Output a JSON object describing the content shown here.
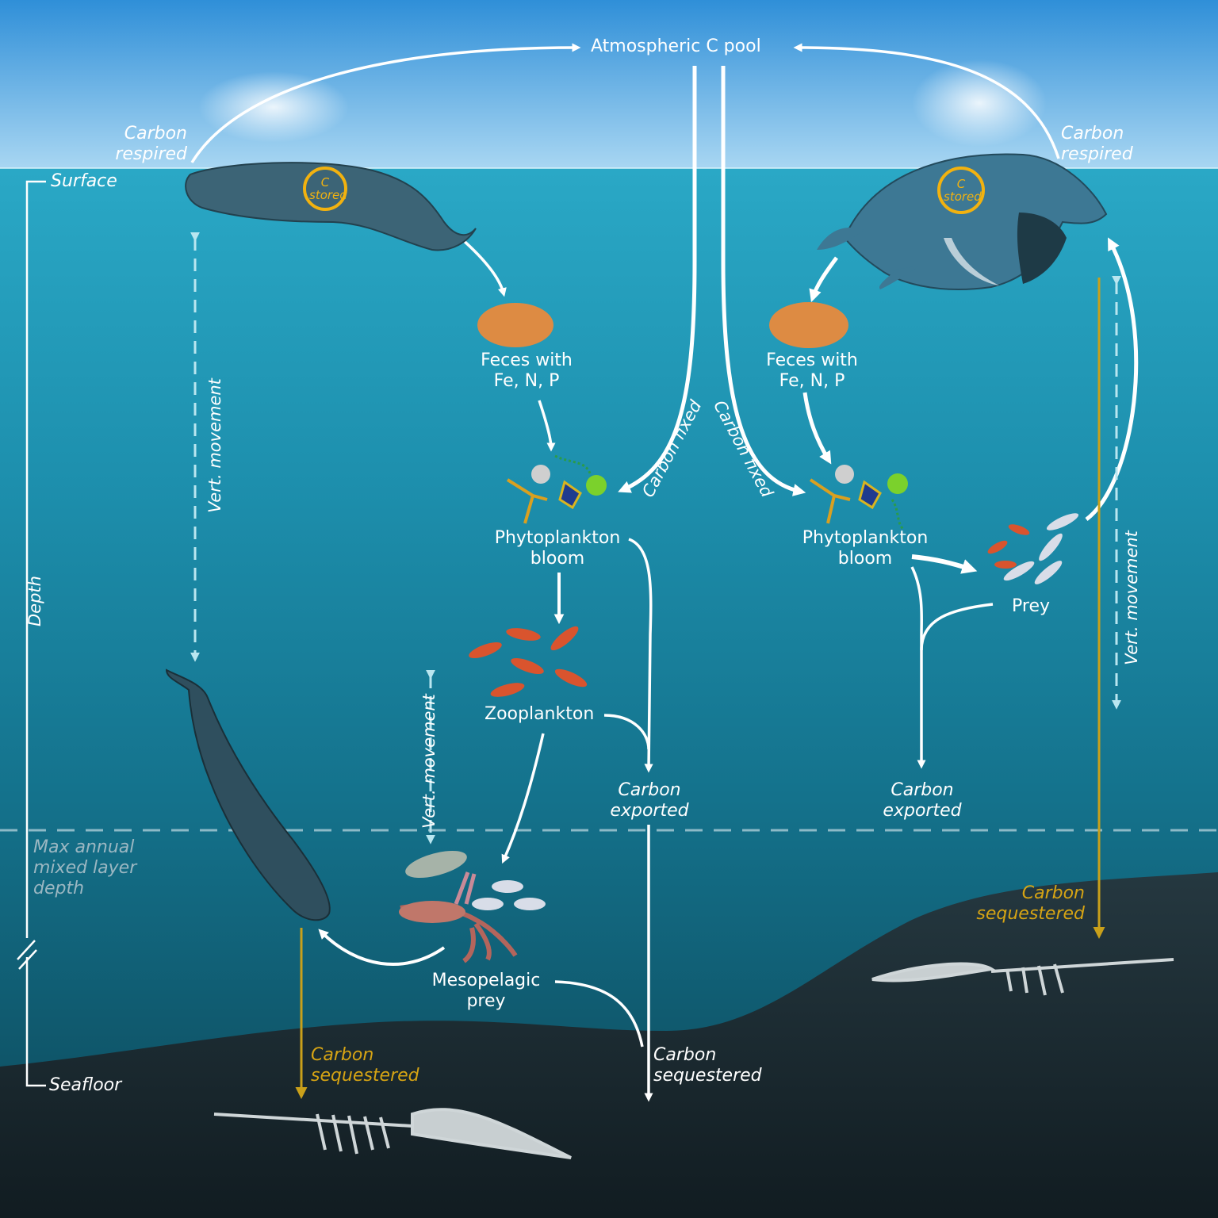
{
  "labels": {
    "atmospheric_pool": "Atmospheric C pool",
    "carbon_respired": "Carbon\nrespired",
    "c_stored": "C\nstored",
    "surface": "Surface",
    "seafloor": "Seafloor",
    "depth": "Depth",
    "max_mixed_layer": "Max annual\nmixed layer\ndepth",
    "feces": "Feces with\nFe, N, P",
    "phytoplankton": "Phytoplankton\nbloom",
    "carbon_fixed": "Carbon fixed",
    "zooplankton": "Zooplankton",
    "carbon_exported": "Carbon\nexported",
    "vert_movement": "Vert. movement",
    "mesopelagic_prey": "Mesopelagic\nprey",
    "carbon_sequestered": "Carbon\nsequestered",
    "prey": "Prey"
  },
  "colors": {
    "sky_top": "#2f8fd8",
    "sky_bottom": "#9fd2f0",
    "water_top": "#2aa6c4",
    "water_mid": "#14748f",
    "water_deep": "#0e4a5c",
    "seafloor": "#1b2a30",
    "arrow": "#ffffff",
    "sequestered_arrow": "#c9a01a",
    "c_stored_ring": "#f2b20f",
    "feces": "#e88a3c",
    "krill": "#d9542e"
  },
  "icons": {
    "sperm_whale": "sperm-whale",
    "humpback_whale": "humpback-whale",
    "diving_whale": "diving-sperm-whale",
    "whale_skeleton": "whale-skeleton",
    "feces": "feces-cloud",
    "phytoplankton": "phytoplankton-cluster",
    "zooplankton": "krill-swarm",
    "mesopelagic": "squid-and-fish",
    "prey": "krill-and-fish"
  }
}
